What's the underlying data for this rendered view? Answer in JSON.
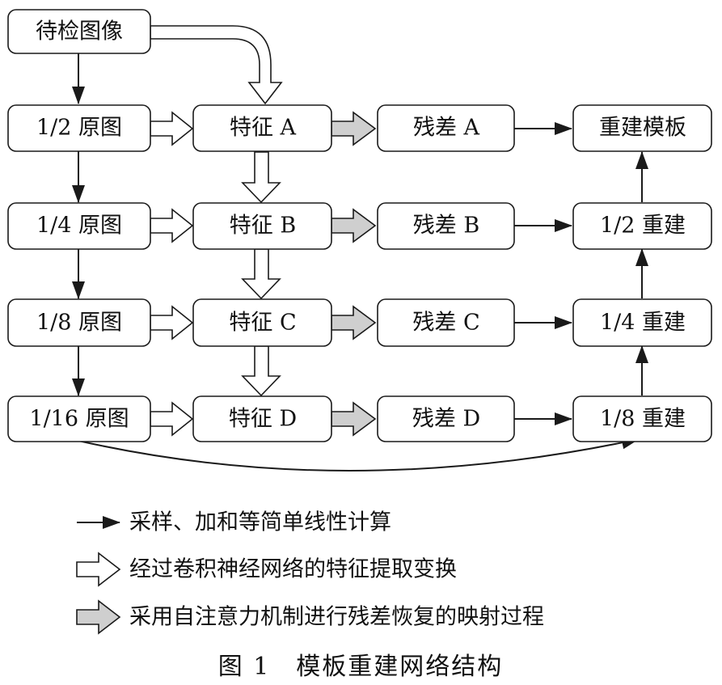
{
  "colors": {
    "stroke": "#1a1a1a",
    "background": "#ffffff",
    "gray_arrow_fill": "#cfcfcf"
  },
  "nodes": {
    "input": "待检图像",
    "scale_half": "1/2 原图",
    "scale_quarter": "1/4 原图",
    "scale_eighth": "1/8 原图",
    "scale_sixteenth": "1/16 原图",
    "feature_a": "特征 A",
    "feature_b": "特征 B",
    "feature_c": "特征 C",
    "feature_d": "特征 D",
    "residual_a": "残差 A",
    "residual_b": "残差 B",
    "residual_c": "残差 C",
    "residual_d": "残差 D",
    "template": "重建模板",
    "recon_half": "1/2 重建",
    "recon_quarter": "1/4 重建",
    "recon_eighth": "1/8 重建"
  },
  "legend": {
    "thin_arrow": "采样、加和等简单线性计算",
    "hollow_arrow": "经过卷积神经网络的特征提取变换",
    "gray_arrow": "采用自注意力机制进行残差恢复的映射过程"
  },
  "caption": "图 1　模板重建网络结构"
}
